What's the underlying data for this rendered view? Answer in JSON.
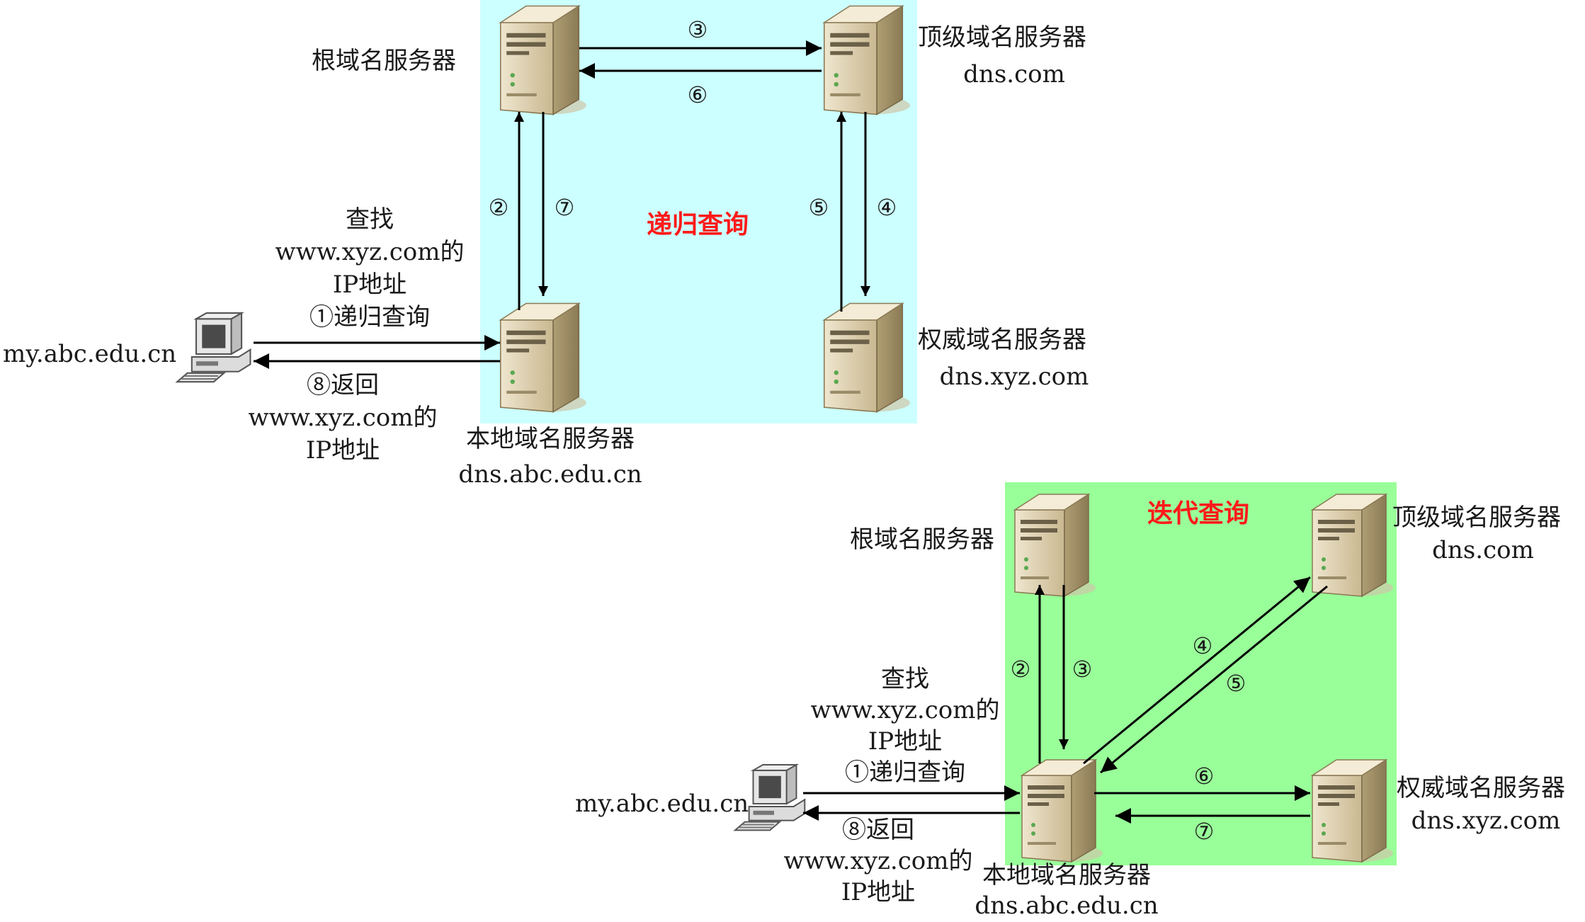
{
  "recursive": {
    "title": "递归查询",
    "root_label": "根域名服务器",
    "tld_label": "顶级域名服务器",
    "tld_host": "dns.com",
    "auth_label": "权威域名服务器",
    "auth_host": "dns.xyz.com",
    "local_label": "本地域名服务器",
    "local_host": "dns.abc.edu.cn",
    "client_host": "my.abc.edu.cn",
    "query_lines": [
      "查找",
      "www.xyz.com的",
      "IP地址",
      "①递归查询"
    ],
    "return_lines": [
      "⑧返回",
      "www.xyz.com的",
      "IP地址"
    ],
    "nums": {
      "n2": "②",
      "n3": "③",
      "n4": "④",
      "n5": "⑤",
      "n6": "⑥",
      "n7": "⑦"
    }
  },
  "iterative": {
    "title": "迭代查询",
    "root_label": "根域名服务器",
    "tld_label": "顶级域名服务器",
    "tld_host": "dns.com",
    "auth_label": "权威域名服务器",
    "auth_host": "dns.xyz.com",
    "local_label": "本地域名服务器",
    "local_host": "dns.abc.edu.cn",
    "client_host": "my.abc.edu.cn",
    "query_lines": [
      "查找",
      "www.xyz.com的",
      "IP地址",
      "①递归查询"
    ],
    "return_lines": [
      "⑧返回",
      "www.xyz.com的",
      "IP地址"
    ],
    "nums": {
      "n2": "②",
      "n3": "③",
      "n4": "④",
      "n5": "⑤",
      "n6": "⑥",
      "n7": "⑦"
    }
  },
  "colors": {
    "recursive_bg": "#ccffff",
    "iterative_bg": "#99ff99",
    "title": "#ff1a1a",
    "arrow": "#000000"
  },
  "icons": {
    "server": "server-tower-icon",
    "client": "desktop-computer-icon"
  }
}
